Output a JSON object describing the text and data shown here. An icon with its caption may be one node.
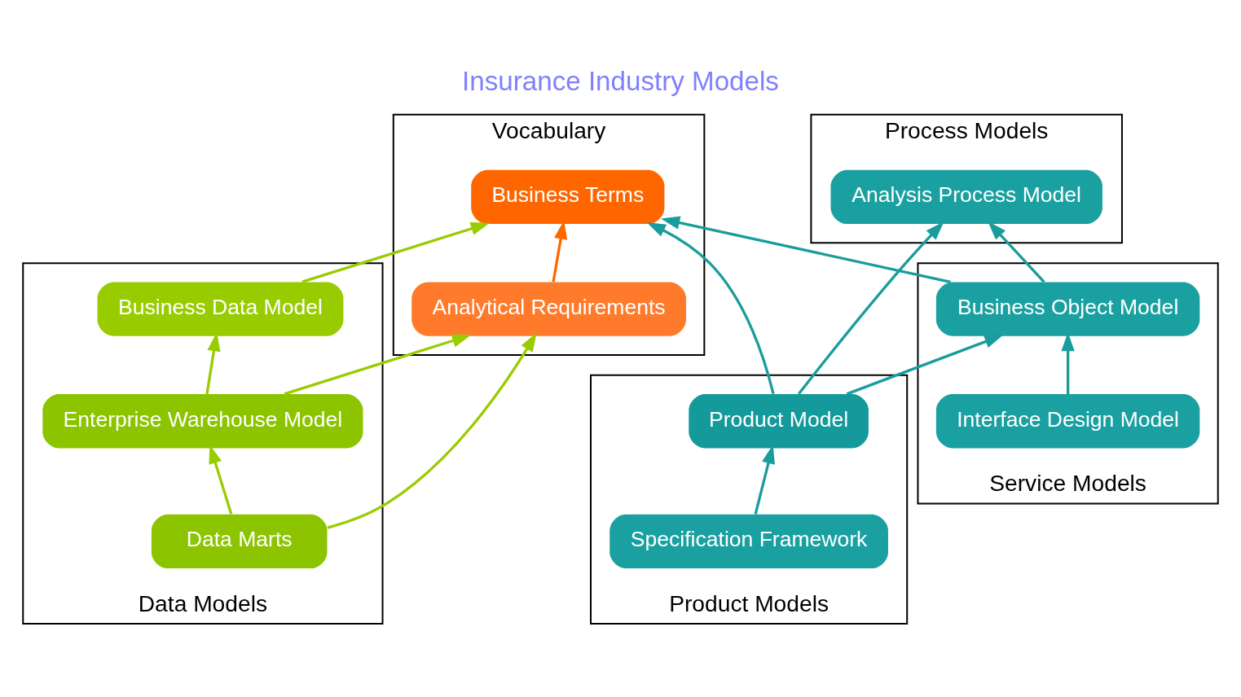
{
  "diagram": {
    "title": "Insurance Industry Models",
    "nodes": [
      {
        "text": [
          "Vocabulary"
        ]
      },
      {
        "text": [
          "Analytical Requirements"
        ],
        "in": 0
      },
      {
        "text": [
          "Business Terms"
        ],
        "in": 0
      },
      {
        "text": [
          "Product Models"
        ]
      },
      {
        "text": [
          "Product Model"
        ],
        "in": 3
      },
      {
        "text": [
          "Specification Framework"
        ],
        "in": 3
      },
      {
        "text": [
          "Data Models"
        ]
      },
      {
        "text": [
          "Business Data Model"
        ],
        "in": 6
      },
      {
        "text": [
          "Data Marts"
        ],
        "in": 6
      },
      {
        "text": [
          "Enterprise Warehouse Model"
        ],
        "in": 6
      },
      {
        "text": [
          "Service Models"
        ]
      },
      {
        "text": [
          "Business Object Model"
        ],
        "in": 10
      },
      {
        "text": [
          "Interface Design Model"
        ],
        "in": 10
      },
      {
        "text": [
          "Process Models"
        ]
      },
      {
        "text": [
          "Analysis Process Model"
        ],
        "in": 13
      }
    ],
    "edges": [
      {
        "from": 1,
        "to": 2,
        "arrow": "to",
        "color": "#ff6600"
      },
      {
        "from": 4,
        "to": 2,
        "arrow": "to"
      },
      {
        "from": 5,
        "to": 4,
        "arrow": "to"
      },
      {
        "from": 8,
        "to": 1,
        "arrow": "to",
        "color": "#99cc00"
      },
      {
        "from": 9,
        "to": 1,
        "arrow": "to",
        "color": "#99cc00"
      },
      {
        "from": 7,
        "to": 2,
        "arrow": "to",
        "color": "#99cc00"
      },
      {
        "from": 9,
        "to": 7,
        "arrow": "to",
        "color": "#99cc00"
      },
      {
        "from": 8,
        "to": 9,
        "arrow": "to",
        "color": "#99cc00"
      },
      {
        "from": 11,
        "to": 2,
        "arrow": "to"
      },
      {
        "from": 4,
        "to": 11,
        "arrow": "to"
      },
      {
        "from": 4,
        "to": 14,
        "arrow": "to"
      },
      {
        "from": 11,
        "to": 14,
        "arrow": "to"
      },
      {
        "from": 12,
        "to": 11,
        "arrow": "to"
      }
    ]
  }
}
